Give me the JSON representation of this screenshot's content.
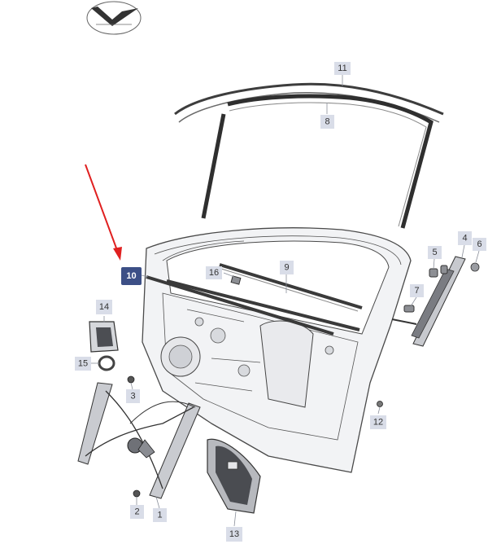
{
  "diagram": {
    "highlight_color": "#3c4f86",
    "tag_color": "#d9dde8",
    "arrow_color": "#e02020",
    "logo_icon": "vw-style-emblem",
    "callouts": {
      "c1": "1",
      "c2": "2",
      "c3": "3",
      "c4": "4",
      "c5": "5",
      "c6": "6",
      "c7": "7",
      "c8": "8",
      "c9": "9",
      "c10": "10",
      "c11": "11",
      "c12": "12",
      "c13": "13",
      "c14": "14",
      "c15": "15",
      "c16": "16"
    },
    "highlighted_callout": "10"
  }
}
